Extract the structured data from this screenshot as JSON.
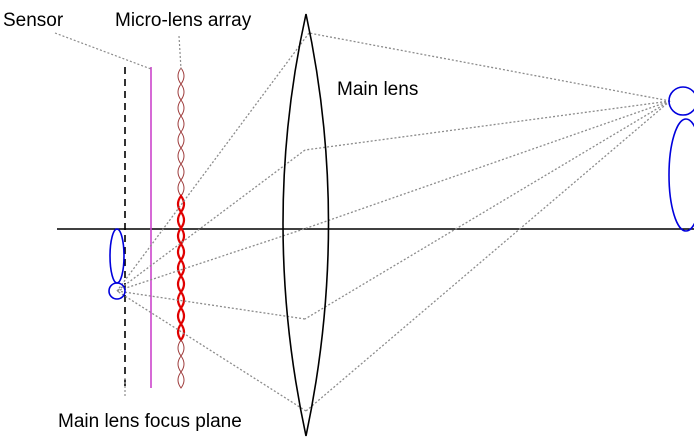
{
  "labels": {
    "sensor": "Sensor",
    "micro_lens_array": "Micro-lens array",
    "main_lens": "Main lens",
    "focus_plane": "Main lens focus plane"
  },
  "colors": {
    "background": "#ffffff",
    "axis": "#000000",
    "main_lens": "#000000",
    "ray": "#8c8c8c",
    "leader": "#8c8c8c",
    "focus_plane": "#000000",
    "sensor": "#cc44cc",
    "micro_lens_faint": "#a04040",
    "micro_lens_active": "#e00000",
    "object": "#0000dd"
  }
}
